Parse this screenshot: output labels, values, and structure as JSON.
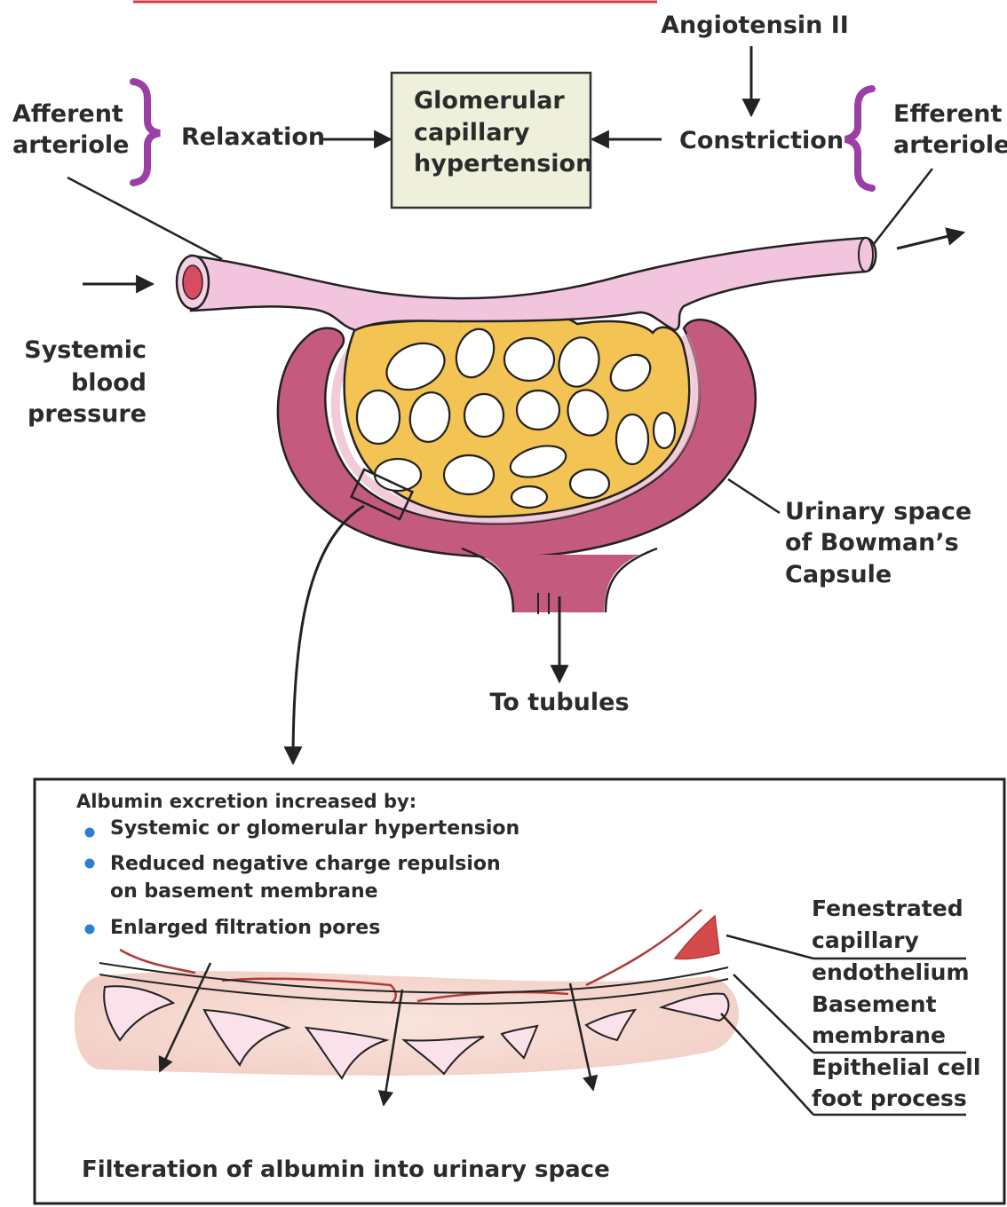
{
  "labels": {
    "angiotensin": "Angiotensin II",
    "afferent_line1": "Afferent",
    "afferent_line2": "arteriole",
    "relaxation": "Relaxation",
    "box_line1": "Glomerular",
    "box_line2": "capillary",
    "box_line3": "hypertension",
    "constriction": "Constriction",
    "efferent_line1": "Efferent",
    "efferent_line2": "arteriole",
    "systemic_line1": "Systemic",
    "systemic_line2": "blood",
    "systemic_line3": "pressure",
    "urinary_line1": "Urinary space",
    "urinary_line2": "of Bowman’s",
    "urinary_line3": "Capsule",
    "to_tubules": "To tubules"
  },
  "panel": {
    "heading": "Albumin excretion increased by:",
    "bullets": [
      "Systemic or glomerular hypertension",
      "Reduced negative charge repulsion",
      "on basement membrane",
      "Enlarged filtration pores"
    ],
    "layer_labels": [
      "Fenestrated",
      "capillary",
      "endothelium",
      "Basement",
      "membrane",
      "Epithelial cell",
      "foot process"
    ],
    "caption": "Filteration of albumin into urinary space"
  },
  "colors": {
    "vessel": "#f2c4de",
    "capsule": "#c45a7e",
    "tuft": "#f3c354",
    "box_fill": "#eef0dc",
    "brace": "#9b3fa6",
    "endothelium": "#b23a3a",
    "filtration_band": "#f6d9d2",
    "bullet": "#2f7fd0"
  }
}
